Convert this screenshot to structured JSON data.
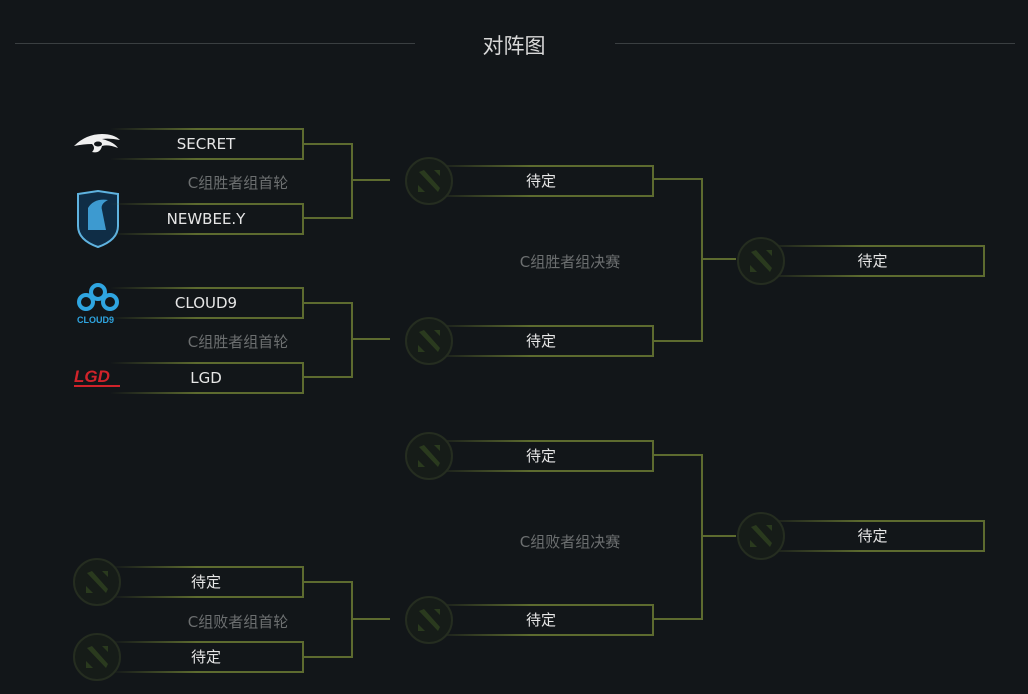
{
  "title": "对阵图",
  "colors": {
    "background": "#121619",
    "bracket_line": "#5d6b2f",
    "label": "#6c6f70"
  },
  "round1": {
    "match1": {
      "label": "C组胜者组首轮",
      "teams": [
        {
          "name": "SECRET",
          "logo": "secret-logo"
        },
        {
          "name": "NEWBEE.Y",
          "logo": "newbee-logo"
        }
      ]
    },
    "match2": {
      "label": "C组胜者组首轮",
      "teams": [
        {
          "name": "CLOUD9",
          "logo": "cloud9-logo"
        },
        {
          "name": "LGD",
          "logo": "lgd-logo"
        }
      ]
    },
    "match3": {
      "label": "C组败者组首轮",
      "teams": [
        {
          "name": "待定",
          "logo": "dota-icon"
        },
        {
          "name": "待定",
          "logo": "dota-icon"
        }
      ]
    }
  },
  "round2": {
    "winners_final": {
      "label": "C组胜者组决赛",
      "teams": [
        {
          "name": "待定"
        },
        {
          "name": "待定"
        }
      ]
    },
    "losers_final": {
      "label": "C组败者组决赛",
      "teams": [
        {
          "name": "待定"
        },
        {
          "name": "待定"
        }
      ]
    }
  },
  "round3": {
    "winners": {
      "name": "待定"
    },
    "losers": {
      "name": "待定"
    }
  }
}
